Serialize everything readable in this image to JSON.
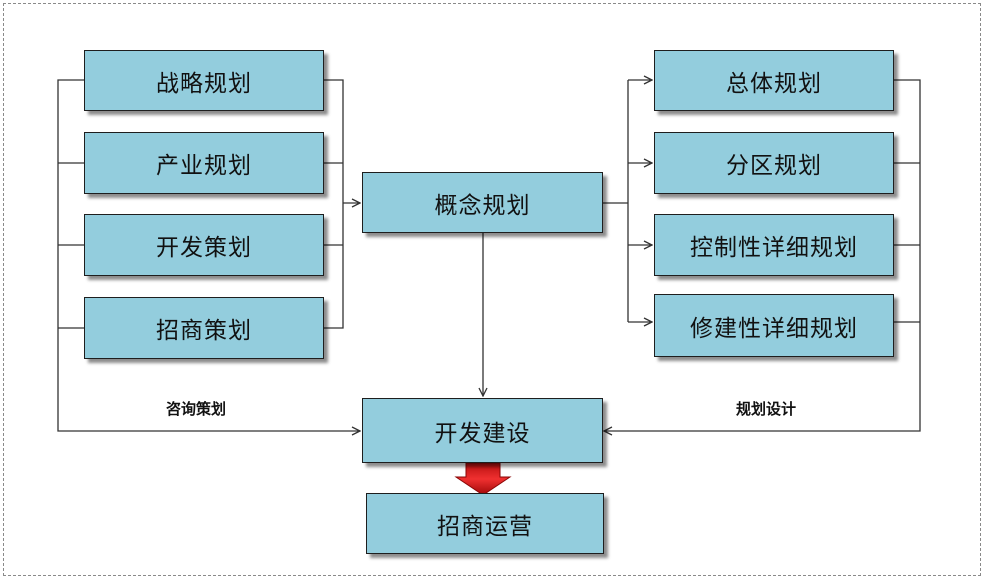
{
  "left_group": {
    "items": [
      {
        "label": "战略规划"
      },
      {
        "label": "产业规划"
      },
      {
        "label": "开发策划"
      },
      {
        "label": "招商策划"
      }
    ],
    "caption": "咨询策划"
  },
  "center": {
    "concept": "概念规划",
    "build": "开发建设",
    "operate": "招商运营"
  },
  "right_group": {
    "items": [
      {
        "label": "总体规划"
      },
      {
        "label": "分区规划"
      },
      {
        "label": "控制性详细规划"
      },
      {
        "label": "修建性详细规划"
      }
    ],
    "caption": "规划设计"
  },
  "colors": {
    "box_fill": "#93cddd",
    "box_border": "#1e1e1e",
    "arrow_red": "#e02020",
    "line": "#333333"
  }
}
